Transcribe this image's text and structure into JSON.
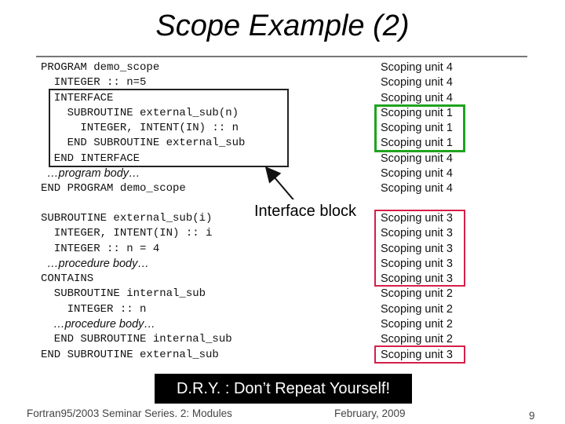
{
  "title": "Scope Example (2)",
  "program_code": [
    {
      "text": "PROGRAM demo_scope",
      "style": "code"
    },
    {
      "text": "  INTEGER :: n=5",
      "style": "code"
    },
    {
      "text": "  INTERFACE",
      "style": "code"
    },
    {
      "text": "    SUBROUTINE external_sub(n)",
      "style": "code"
    },
    {
      "text": "      INTEGER, INTENT(IN) :: n",
      "style": "code"
    },
    {
      "text": "    END SUBROUTINE external_sub",
      "style": "code"
    },
    {
      "text": "  END INTERFACE",
      "style": "code"
    },
    {
      "text": "  …program body…",
      "style": "italic"
    },
    {
      "text": "END PROGRAM demo_scope",
      "style": "code"
    }
  ],
  "subroutine_code": [
    {
      "text": "SUBROUTINE external_sub(i)",
      "style": "code"
    },
    {
      "text": "  INTEGER, INTENT(IN) :: i",
      "style": "code"
    },
    {
      "text": "  INTEGER :: n = 4",
      "style": "code"
    },
    {
      "text": "  …procedure body…",
      "style": "italic"
    },
    {
      "text": "CONTAINS",
      "style": "code"
    },
    {
      "text": "  SUBROUTINE internal_sub",
      "style": "code"
    },
    {
      "text": "    INTEGER :: n",
      "style": "code"
    },
    {
      "text": "    …procedure body…",
      "style": "italic"
    },
    {
      "text": "  END SUBROUTINE internal_sub",
      "style": "code"
    },
    {
      "text": "END SUBROUTINE external_sub",
      "style": "code"
    }
  ],
  "program_units": [
    "Scoping unit 4",
    "Scoping unit 4",
    "Scoping unit 4",
    "Scoping unit 1",
    "Scoping unit 1",
    "Scoping unit 1",
    "Scoping unit 4",
    "Scoping unit 4",
    "Scoping unit 4"
  ],
  "subroutine_units": [
    "Scoping unit 3",
    "Scoping unit 3",
    "Scoping unit 3",
    "Scoping unit 3",
    "Scoping unit 3",
    "Scoping unit 2",
    "Scoping unit 2",
    "Scoping unit 2",
    "Scoping unit 2",
    "Scoping unit 3"
  ],
  "interface_label": "Interface block",
  "dry_label": "D.R.Y. : Don’t Repeat Yourself!",
  "footer": {
    "left": "Fortran95/2003 Seminar Series. 2: Modules",
    "center": "February, 2009",
    "page": "9"
  },
  "colors": {
    "interface_box": "#222222",
    "green_box": "#1fa31f",
    "red_box": "#d61f4a",
    "dry_background": "#000000"
  }
}
